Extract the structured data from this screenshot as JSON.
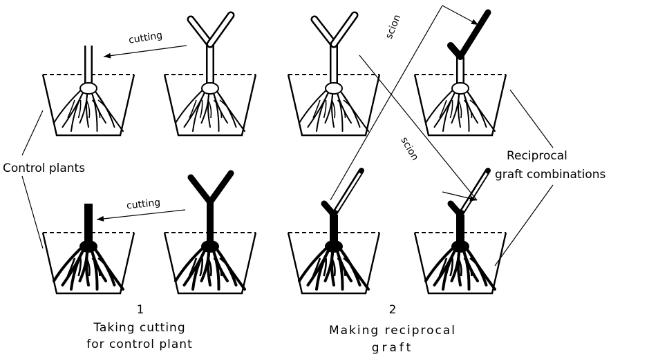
{
  "labels": {
    "cutting_top": "cutting",
    "cutting_bottom": "cutting",
    "scion_upper": "scion",
    "scion_lower": "scion",
    "control_plants": "Control plants",
    "reciprocal_line1": "Reciprocal",
    "reciprocal_line2": "graft combinations"
  },
  "panels": [
    {
      "number": "1",
      "caption_line1": "Taking cutting",
      "caption_line2": "for control plant"
    },
    {
      "number": "2",
      "caption_line1": "Making reciprocal",
      "caption_line2": "graft"
    }
  ],
  "colors": {
    "ink": "#000000",
    "background": "#ffffff"
  }
}
